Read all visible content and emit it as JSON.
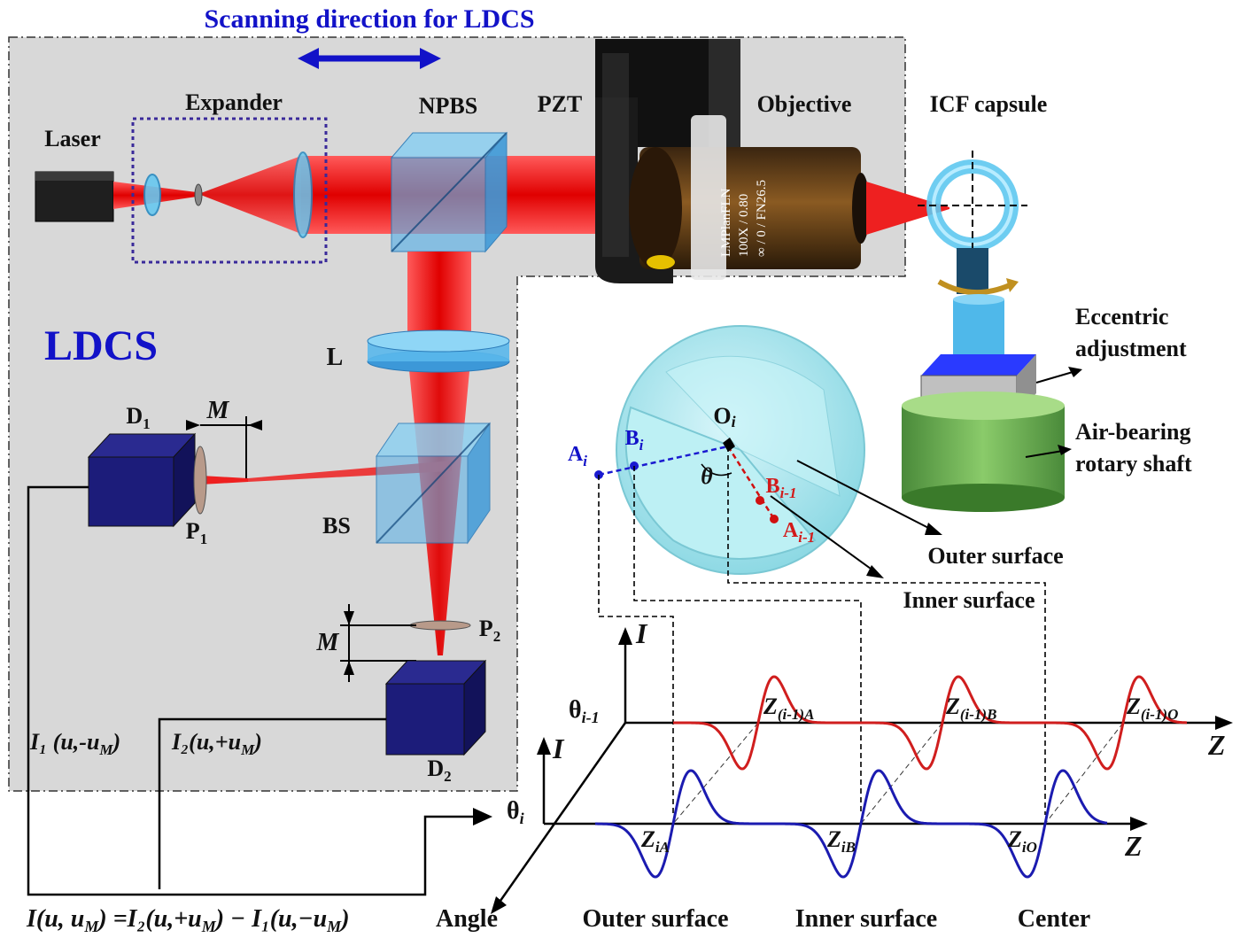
{
  "title": "Scanning direction for LDCS",
  "system_name": "LDCS",
  "components": {
    "laser": "Laser",
    "expander": "Expander",
    "npbs": "NPBS",
    "pzt": "PZT",
    "objective": "Objective",
    "capsule": "ICF capsule",
    "lens": "L",
    "bs": "BS",
    "d1": "D",
    "d1_sub": "1",
    "d2": "D",
    "d2_sub": "2",
    "p1": "P",
    "p1_sub": "1",
    "p2": "P",
    "p2_sub": "2",
    "m": "M",
    "eccentric": [
      "Eccentric",
      "adjustment"
    ],
    "air_bearing": [
      "Air-bearing",
      "rotary shaft"
    ]
  },
  "objective_text": [
    "LMPlanFLN",
    "100X / 0.80",
    "∞ / 0 / FN26.5"
  ],
  "signals": {
    "i1": "I₁ (u,-u",
    "i1_sub": "M",
    "i2": "I₂(u,+u",
    "i2_sub": "M",
    "formula": "I(u, u",
    "formula_rest": ") =I₂(u,+u",
    "formula_tail": ") − I₁(u,−u",
    "formula_sub": "M"
  },
  "sphere_labels": {
    "oi": "O",
    "oi_sub": "i",
    "ai": "A",
    "ai_sub": "i",
    "bi": "B",
    "bi_sub": "i",
    "bi1": "B",
    "bi1_sub": "i-1",
    "ai1": "A",
    "ai1_sub": "i-1",
    "theta": "θ",
    "outer": "Outer surface",
    "inner": "Inner surface"
  },
  "plot": {
    "axis_i": "I",
    "axis_z": "Z",
    "theta_prev": "θ",
    "theta_prev_sub": "i-1",
    "theta_cur": "θ",
    "theta_cur_sub": "i",
    "angle": "Angle",
    "z_prev": [
      {
        "main": "Z",
        "sub": "(i-1)A"
      },
      {
        "main": "Z",
        "sub": "(i-1)B"
      },
      {
        "main": "Z",
        "sub": "(i-1)O"
      }
    ],
    "z_cur": [
      {
        "main": "Z",
        "sub": "iA"
      },
      {
        "main": "Z",
        "sub": "iB"
      },
      {
        "main": "Z",
        "sub": "iO"
      }
    ],
    "bottom": [
      "Outer surface",
      "Inner surface",
      "Center"
    ]
  },
  "colors": {
    "panel": "#d8d8d8",
    "beam": "#f01818",
    "cube": "#5fb2e6",
    "detector": "#1c1c7a",
    "title_blue": "#1212c8",
    "red_signal": "#d01e1e",
    "blue_signal": "#1b1bb0",
    "sphere": "#a8e6ee"
  }
}
